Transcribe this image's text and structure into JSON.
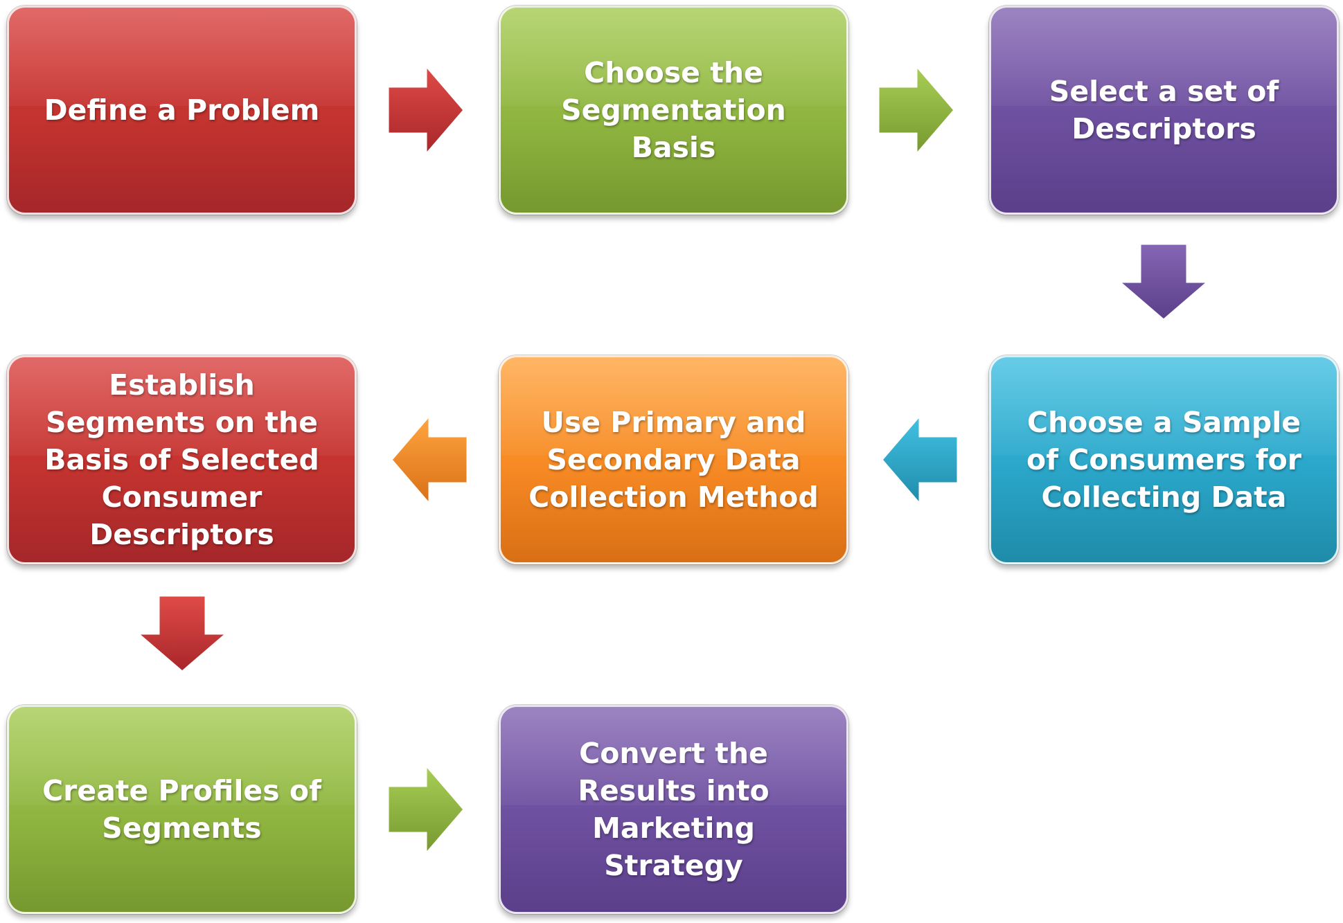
{
  "steps": [
    {
      "label": "Define a Problem"
    },
    {
      "label": "Choose the Segmentation Basis"
    },
    {
      "label": "Select a set of Descriptors"
    },
    {
      "label": "Choose a Sample of Consumers for Collecting Data"
    },
    {
      "label": "Use Primary and Secondary Data Collection Method"
    },
    {
      "label": "Establish Segments on the Basis of Selected Consumer Descriptors"
    },
    {
      "label": "Create Profiles of Segments"
    },
    {
      "label": "Convert the Results into Marketing Strategy"
    }
  ],
  "colors": {
    "red": "#c3332f",
    "green": "#8fb540",
    "purple": "#6d4f9f",
    "cyan": "#2aa6c9",
    "orange": "#f68923"
  }
}
